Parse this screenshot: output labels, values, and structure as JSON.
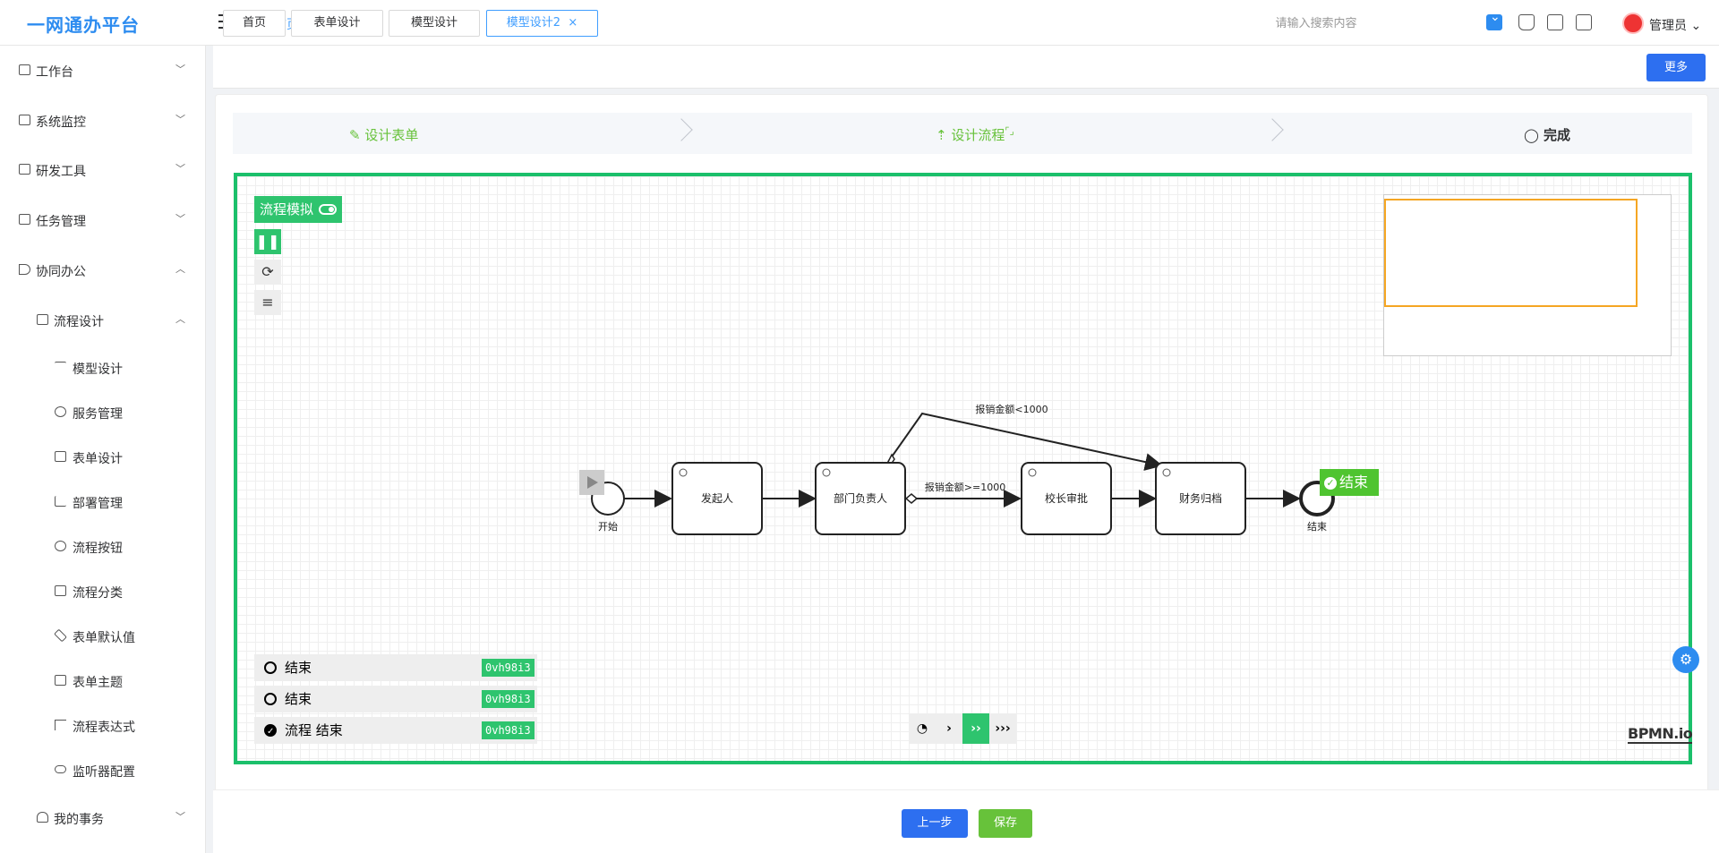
{
  "app": {
    "logo": "一网通办平台",
    "breadcrumb": "首页",
    "search_placeholder": "请输入搜索内容",
    "user": "管理员"
  },
  "sidebar": {
    "items": [
      {
        "label": "工作台",
        "icon": "monitor-icon",
        "level": 1,
        "chevron": "down"
      },
      {
        "label": "系统监控",
        "icon": "bank-icon",
        "level": 1,
        "chevron": "down"
      },
      {
        "label": "研发工具",
        "icon": "code-icon",
        "level": 1,
        "chevron": "down"
      },
      {
        "label": "任务管理",
        "icon": "copy-icon",
        "level": 1,
        "chevron": "down"
      },
      {
        "label": "协同办公",
        "icon": "send-icon",
        "level": 1,
        "chevron": "up"
      },
      {
        "label": "流程设计",
        "icon": "flow-icon",
        "level": 2,
        "chevron": "up"
      },
      {
        "label": "模型设计",
        "icon": "text-icon",
        "level": 3
      },
      {
        "label": "服务管理",
        "icon": "gear-icon",
        "level": 3
      },
      {
        "label": "表单设计",
        "icon": "form-icon",
        "level": 3
      },
      {
        "label": "部署管理",
        "icon": "bar-chart-icon",
        "level": 3
      },
      {
        "label": "流程按钮",
        "icon": "gear-icon",
        "level": 3
      },
      {
        "label": "流程分类",
        "icon": "flow-icon",
        "level": 3
      },
      {
        "label": "表单默认值",
        "icon": "pen-icon",
        "level": 3
      },
      {
        "label": "表单主题",
        "icon": "number-icon",
        "level": 3
      },
      {
        "label": "流程表达式",
        "icon": "flag-icon",
        "level": 3
      },
      {
        "label": "监听器配置",
        "icon": "link-icon",
        "level": 3
      },
      {
        "label": "我的事务",
        "icon": "bell-icon",
        "level": 1,
        "chevron": "down"
      }
    ]
  },
  "tabs": [
    {
      "label": "首页",
      "active": false
    },
    {
      "label": "表单设计",
      "active": false
    },
    {
      "label": "模型设计",
      "active": false
    },
    {
      "label": "模型设计2",
      "active": true,
      "close": "×"
    }
  ],
  "more_button": "更多",
  "steps": [
    {
      "label": "设计表单",
      "icon": "edit-icon",
      "status": "done"
    },
    {
      "label": "设计流程",
      "icon": "upload-icon",
      "status": "done"
    },
    {
      "label": "完成",
      "icon": "check-circle-icon",
      "status": "current"
    }
  ],
  "simulation": {
    "toggle_label": "流程模拟",
    "end_badge": "结束",
    "log": [
      {
        "text": "结束",
        "tag": "0vh98i3",
        "state": "open"
      },
      {
        "text": "结束",
        "tag": "0vh98i3",
        "state": "open"
      },
      {
        "text": "流程 结束",
        "tag": "0vh98i3",
        "state": "done"
      }
    ],
    "speed_buttons": [
      "›",
      "››",
      "›››"
    ],
    "speed_active": 1
  },
  "diagram": {
    "start_label": "开始",
    "end_label": "结束",
    "tasks": [
      "发起人",
      "部门负责人",
      "校长审批",
      "财务归档"
    ],
    "flow_top_label": "报销金额<1000",
    "flow_mid_label": "报销金额>=1000"
  },
  "bpmn_logo": "BPMN.io",
  "footer": {
    "prev": "上一步",
    "save": "保存"
  },
  "colors": {
    "accent": "#2d8cf0",
    "success": "#67c23a",
    "sim_green": "#2ec46e",
    "canvas_border": "#1bc06b",
    "minimap_viewport": "#f5a623"
  }
}
